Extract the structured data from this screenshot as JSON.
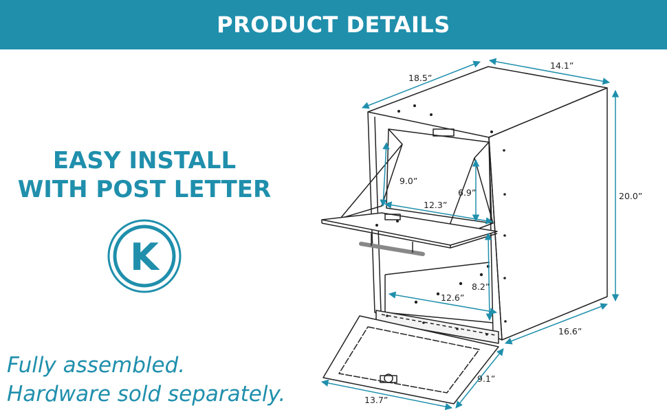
{
  "banner": {
    "title": "PRODUCT DETAILS"
  },
  "headline": {
    "line1": "EASY INSTALL",
    "line2": "WITH POST LETTER"
  },
  "badge": {
    "letter": "K"
  },
  "footnote": {
    "line1": "Fully assembled.",
    "line2": "Hardware sold separately."
  },
  "dimensions": {
    "top_depth": "18.5”",
    "top_width": "14.1”",
    "height": "20.0”",
    "slot_height": "9.0”",
    "slot_inner_height": "6.9”",
    "slot_width": "12.3”",
    "compartment_depth": "8.2”",
    "compartment_width": "12.6”",
    "base_depth": "16.6”",
    "door_height": "9.1”",
    "door_width": "13.7”"
  },
  "colors": {
    "accent": "#1f8fac",
    "line": "#222222"
  }
}
